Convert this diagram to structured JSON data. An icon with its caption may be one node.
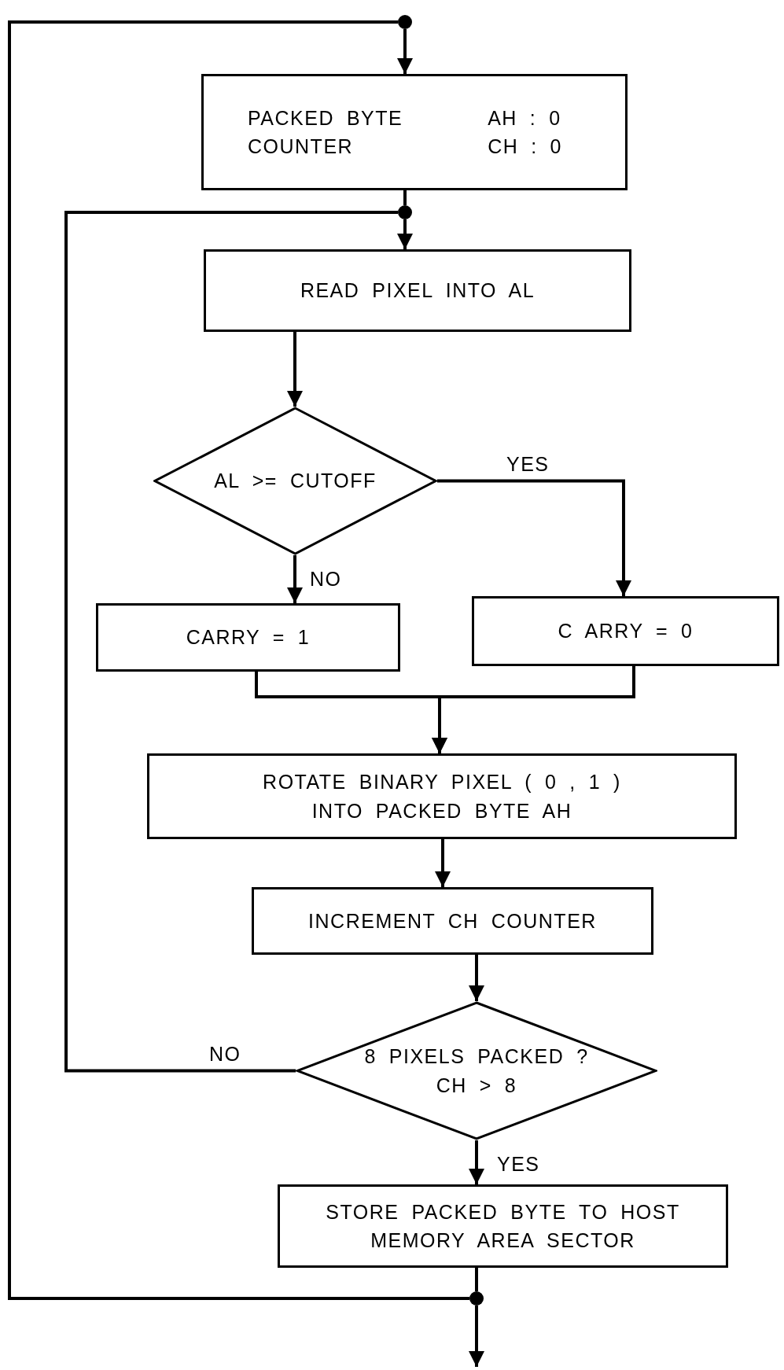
{
  "diagram": {
    "nodes": [
      {
        "text": [
          "PACKED BYTE",
          "AH : 0",
          "COUNTER",
          "CH : 0"
        ]
      },
      {
        "text": [
          "READ PIXEL INTO AL"
        ]
      },
      {
        "text": [
          "AL >= CUTOFF"
        ]
      },
      {
        "text": [
          "CARRY = 1"
        ]
      },
      {
        "text": [
          "C ARRY = 0"
        ]
      },
      {
        "text": [
          "ROTATE BINARY PIXEL ( 0 , 1 ) INTO PACKED BYTE AH"
        ]
      },
      {
        "text": [
          "INCREMENT CH COUNTER"
        ]
      },
      {
        "text": [
          "8 PIXELS PACKED ?",
          "CH > 8"
        ]
      },
      {
        "text": [
          "STORE PACKED BYTE TO HOST MEMORY AREA SECTOR"
        ]
      },
      {
        "text": [],
        "shape": "circle"
      },
      {
        "text": [],
        "shape": "circle"
      },
      {
        "text": [],
        "shape": "circle"
      }
    ],
    "edges": [
      {
        "from": 9,
        "to": 0,
        "arrow": "to"
      },
      {
        "from": 0,
        "to": 10,
        "arrow": "none"
      },
      {
        "from": 10,
        "to": 1,
        "arrow": "to"
      },
      {
        "from": 1,
        "to": 2,
        "arrow": "to"
      },
      {
        "from": 2,
        "to": 3,
        "arrow": "to",
        "label": "NO"
      },
      {
        "from": 2,
        "to": 4,
        "arrow": "to",
        "label": "YES"
      },
      {
        "from": 3,
        "to": 5,
        "arrow": "to"
      },
      {
        "from": 4,
        "to": 5,
        "arrow": "to"
      },
      {
        "from": 5,
        "to": 6,
        "arrow": "to"
      },
      {
        "from": 6,
        "to": 7,
        "arrow": "to"
      },
      {
        "from": 7,
        "to": 10,
        "arrow": "none",
        "label": "NO"
      },
      {
        "from": 7,
        "to": 8,
        "arrow": "to",
        "label": "YES"
      },
      {
        "from": 8,
        "to": 11,
        "arrow": "none"
      },
      {
        "from": 11,
        "to": null,
        "arrow": "to"
      },
      {
        "from": 11,
        "to": 9,
        "arrow": "none"
      }
    ]
  }
}
